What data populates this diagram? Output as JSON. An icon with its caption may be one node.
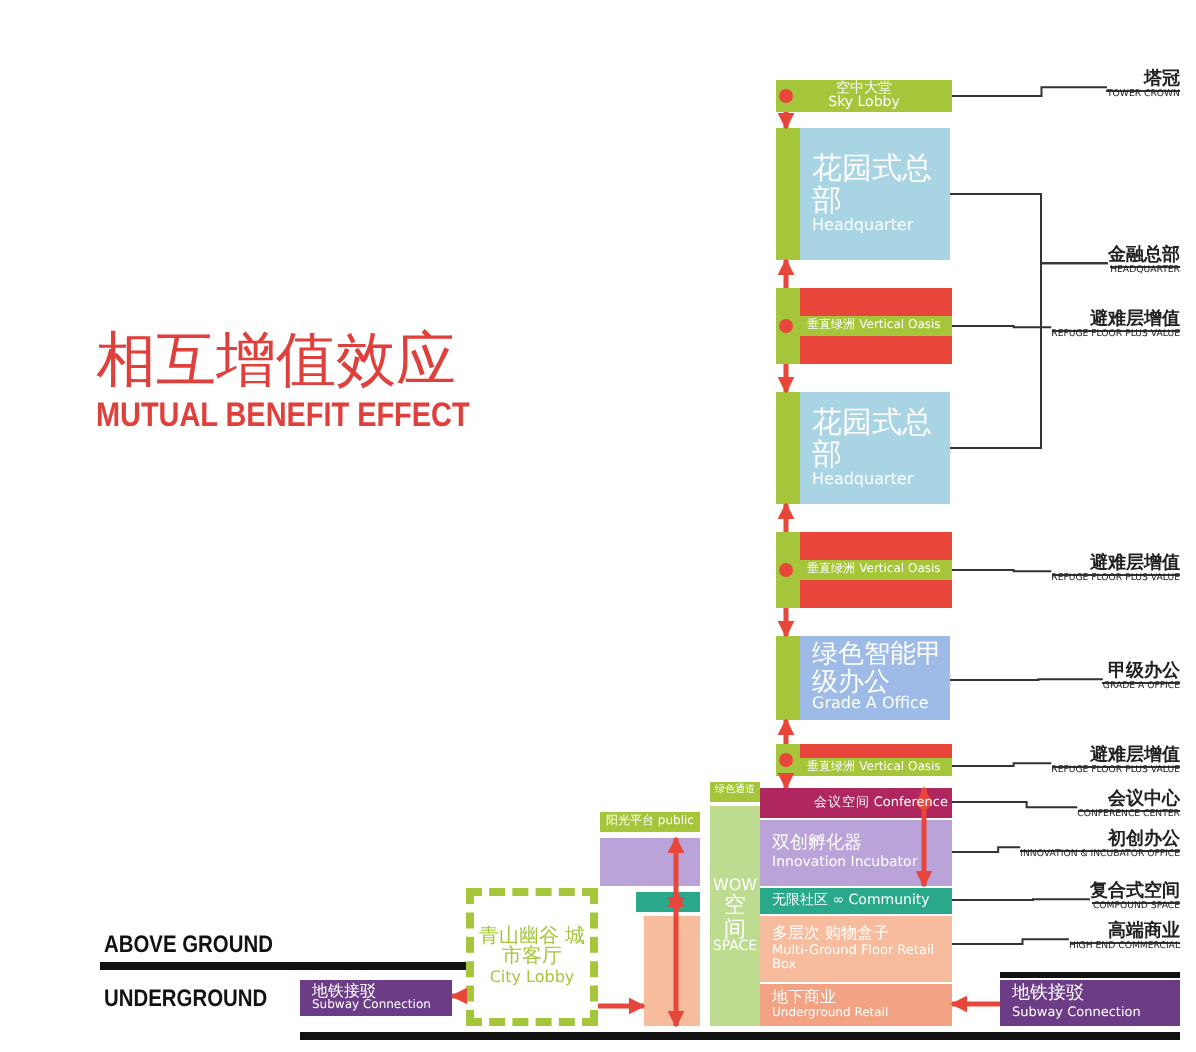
{
  "diagram": {
    "title": "相互增值效应",
    "nodes": [
      {
        "text": [
          "空中大堂",
          "Sky Lobby"
        ]
      },
      {
        "text": [
          "花园式总部",
          "Headquarter"
        ]
      },
      {
        "text": [
          "垂直绿洲 Vertical Oasis"
        ]
      },
      {
        "text": [
          "花园式总部",
          "Headquarter"
        ]
      },
      {
        "text": [
          "垂直绿洲 Vertical Oasis"
        ]
      },
      {
        "text": [
          "绿色智能甲级办公",
          "Grade A Office"
        ]
      },
      {
        "text": [
          "垂直绿洲 Vertical Oasis"
        ]
      },
      {
        "text": [
          "绿色通道"
        ]
      },
      {
        "text": [
          "会议空间 Conference"
        ]
      },
      {
        "text": [
          "双创孵化器",
          "Innovation Incubator"
        ]
      },
      {
        "text": [
          "无限社区 ∞ Community"
        ]
      },
      {
        "text": [
          "多层次 购物盒子",
          "Multi-Ground Floor Retail Box"
        ]
      },
      {
        "text": [
          "地下商业",
          "Underground Retail"
        ]
      },
      {
        "text": [
          "地铁接驳",
          "Subway Connection"
        ]
      },
      {
        "text": [
          "WOW",
          "空间",
          "SPACE"
        ]
      },
      {
        "text": [
          "阳光平台 public"
        ]
      },
      {
        "text": [],
        "shape": "box"
      },
      {
        "text": [],
        "shape": "bar"
      },
      {
        "text": [],
        "shape": "box"
      },
      {
        "text": [
          "青山幽谷 城市客厅",
          "City Lobby"
        ]
      },
      {
        "text": [
          "地铁接驳",
          "Subway Connection"
        ]
      },
      {
        "text": [
          "塔冠",
          "TOWER CROWN"
        ]
      },
      {
        "text": [
          "金融总部",
          "HEADQUARTER"
        ]
      },
      {
        "text": [
          "避难层增值",
          "REFUGE FLOOR PLUS VALUE"
        ]
      },
      {
        "text": [
          "避难层增值",
          "REFUGE FLOOR PLUS VALUE"
        ]
      },
      {
        "text": [
          "甲级办公",
          "GRADE A OFFICE"
        ]
      },
      {
        "text": [
          "避难层增值",
          "REFUGE FLOOR PLUS VALUE"
        ]
      },
      {
        "text": [
          "会议中心",
          "CONFERENCE CENTER"
        ]
      },
      {
        "text": [
          "初创办公",
          "INNOVATION & INCUBATOR OFFICE"
        ]
      },
      {
        "text": [
          "复合式空间",
          "COMPOUND SPACE"
        ]
      },
      {
        "text": [
          "高端商业",
          "HIGH END COMMERCIAL"
        ]
      }
    ],
    "edges": [
      {
        "from": 0,
        "to": 1,
        "arrow": "to"
      },
      {
        "from": 2,
        "to": 1,
        "arrow": "to"
      },
      {
        "from": 2,
        "to": 3,
        "arrow": "to"
      },
      {
        "from": 4,
        "to": 3,
        "arrow": "to"
      },
      {
        "from": 4,
        "to": 5,
        "arrow": "to"
      },
      {
        "from": 6,
        "to": 5,
        "arrow": "to"
      },
      {
        "from": 6,
        "to": 8,
        "arrow": "to"
      },
      {
        "from": 8,
        "to": 9,
        "arrow": "both"
      },
      {
        "from": 16,
        "to": 17,
        "arrow": "both"
      },
      {
        "from": 17,
        "to": 18,
        "arrow": "both"
      },
      {
        "from": 19,
        "to": 18,
        "arrow": "to"
      },
      {
        "from": 19,
        "to": 20,
        "arrow": "to"
      },
      {
        "from": 13,
        "to": 12,
        "arrow": "to"
      },
      {
        "from": 21,
        "to": 0,
        "arrow": "none",
        "color": "#333333"
      },
      {
        "from": 22,
        "to": 1,
        "arrow": "none",
        "color": "#333333"
      },
      {
        "from": 22,
        "to": 3,
        "arrow": "none",
        "color": "#333333"
      },
      {
        "from": 23,
        "to": 2,
        "arrow": "none",
        "color": "#333333"
      },
      {
        "from": 24,
        "to": 4,
        "arrow": "none",
        "color": "#333333"
      },
      {
        "from": 25,
        "to": 5,
        "arrow": "none",
        "color": "#333333"
      },
      {
        "from": 26,
        "to": 6,
        "arrow": "none",
        "color": "#333333"
      },
      {
        "from": 27,
        "to": 8,
        "arrow": "none",
        "color": "#333333"
      },
      {
        "from": 28,
        "to": 9,
        "arrow": "none",
        "color": "#333333"
      },
      {
        "from": 29,
        "to": 10,
        "arrow": "none",
        "color": "#333333"
      },
      {
        "from": 30,
        "to": 11,
        "arrow": "none",
        "color": "#333333"
      }
    ],
    "labels": [
      "MUTUAL BENEFIT EFFECT",
      "ABOVE GROUND",
      "UNDERGROUND"
    ]
  }
}
